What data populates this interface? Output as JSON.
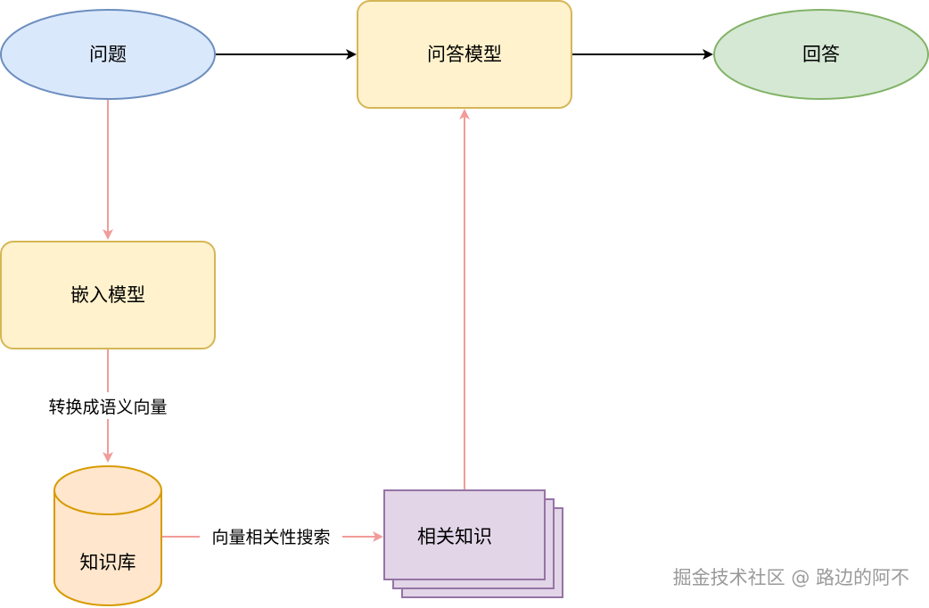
{
  "colors": {
    "question_fill": "#dae8fc",
    "question_stroke": "#6c8ebf",
    "model_fill": "#fff2cc",
    "model_stroke": "#d6b656",
    "answer_fill": "#d5e8d4",
    "answer_stroke": "#82b366",
    "kb_fill": "#ffe6cc",
    "kb_stroke": "#d79b00",
    "related_fill": "#e1d5e7",
    "related_stroke": "#9673a6",
    "flow_arrow": "#000000",
    "retrieval_arrow": "#f19c99",
    "watermark": "#9a9a9a"
  },
  "nodes": {
    "question": "问题",
    "qa_model": "问答模型",
    "answer": "回答",
    "embedding_model": "嵌入模型",
    "knowledge_base": "知识库",
    "related_knowledge": "相关知识"
  },
  "edges": {
    "embed_to_kb": "转换成语义向量",
    "kb_to_related": "向量相关性搜索"
  },
  "watermark": "掘金技术社区 @ 路边的阿不"
}
